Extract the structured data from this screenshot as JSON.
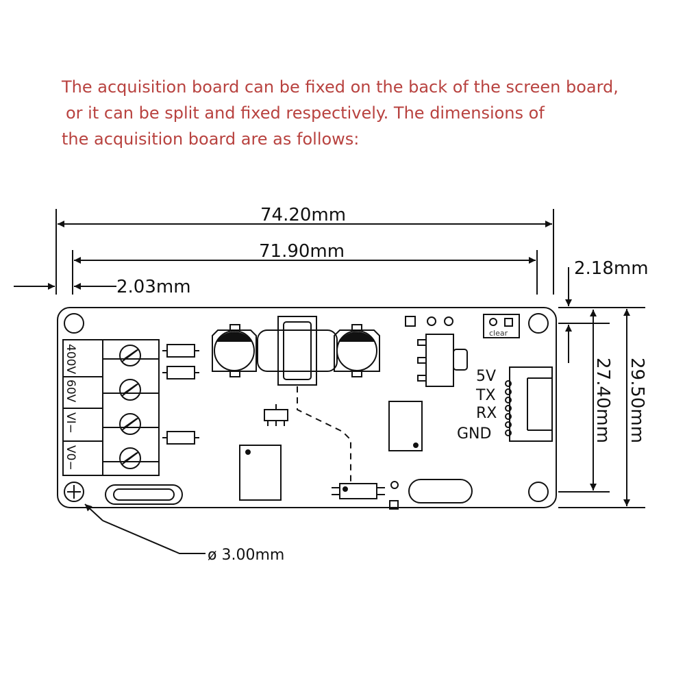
{
  "intro": {
    "line1": "The acquisition board can be fixed on the back of the screen board,",
    "line2": "or it can be split and fixed respectively. The dimensions of",
    "line3": "the acquisition board are as follows:"
  },
  "dimensions": {
    "overall_length": "74.20mm",
    "hole_spacing_x": "71.90mm",
    "hole_offset_x": "2.03mm",
    "hole_offset_y": "2.18mm",
    "hole_spacing_y": "27.40mm",
    "overall_width": "29.50mm",
    "hole_diameter": "ø 3.00mm"
  },
  "board": {
    "terminal_labels": [
      "400V",
      "60V",
      "VI−",
      "V0−"
    ],
    "connector_labels": [
      "5V",
      "TX",
      "RX",
      "GND"
    ],
    "clear_label": "clear"
  },
  "colors": {
    "intro_text": "#b8423f",
    "line": "#111111"
  }
}
